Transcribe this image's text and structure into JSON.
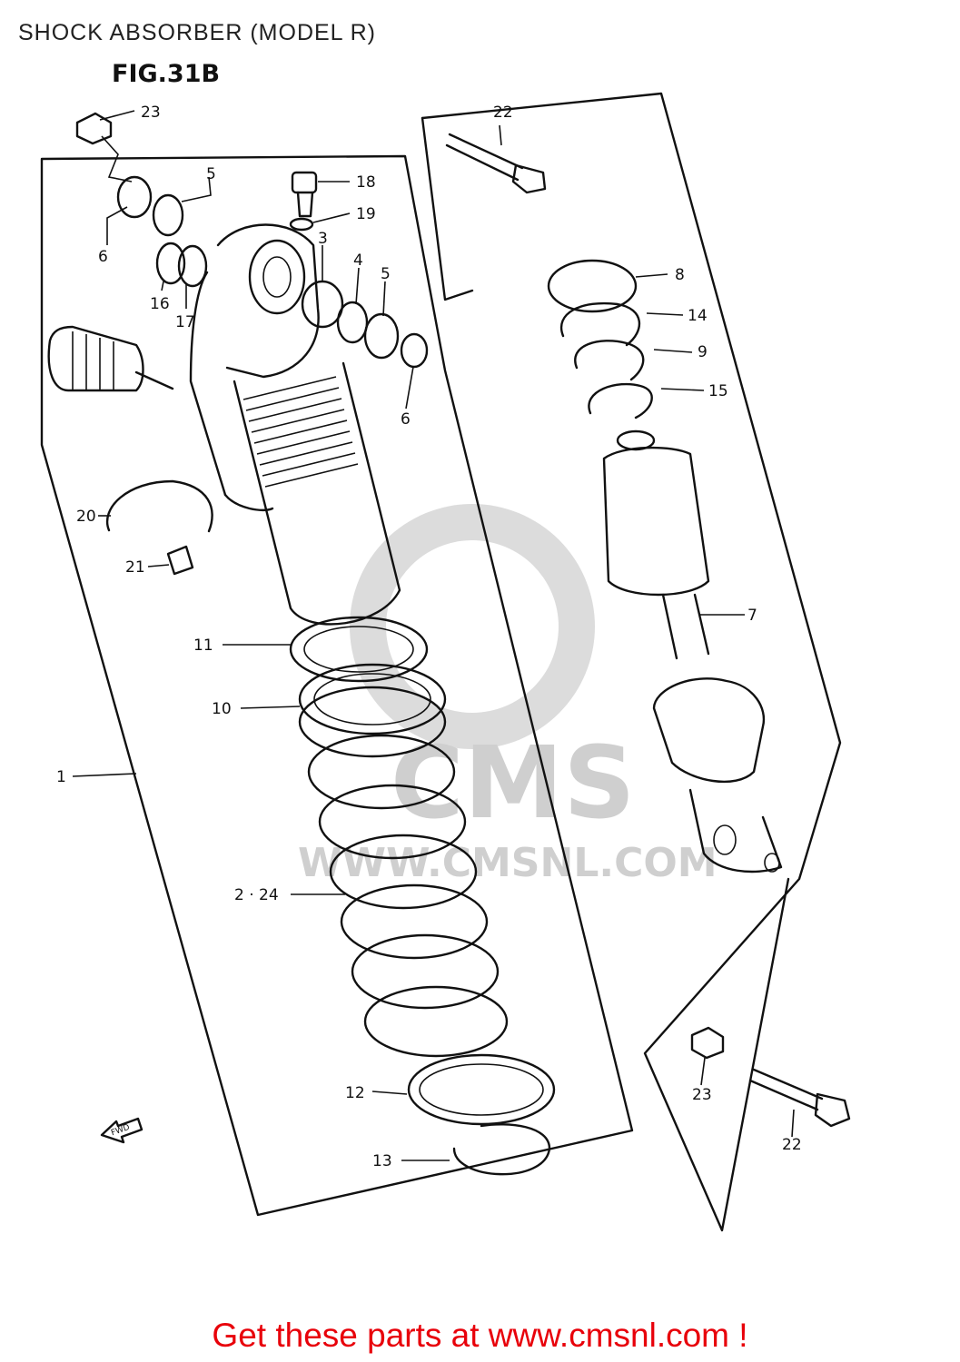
{
  "page": {
    "title": "SHOCK ABSORBER (MODEL R)",
    "figure": "FIG.31B",
    "footer": "Get these parts at www.cmsnl.com !"
  },
  "watermark": {
    "brand": "CMS",
    "url": "WWW.CMSNL.COM"
  },
  "direction_marker": "FWD",
  "callouts": [
    {
      "id": "c23a",
      "label": "23"
    },
    {
      "id": "c22a",
      "label": "22"
    },
    {
      "id": "c5a",
      "label": "5"
    },
    {
      "id": "c18",
      "label": "18"
    },
    {
      "id": "c19",
      "label": "19"
    },
    {
      "id": "c6a",
      "label": "6"
    },
    {
      "id": "c3",
      "label": "3"
    },
    {
      "id": "c4",
      "label": "4"
    },
    {
      "id": "c5b",
      "label": "5"
    },
    {
      "id": "c8",
      "label": "8"
    },
    {
      "id": "c16",
      "label": "16"
    },
    {
      "id": "c17",
      "label": "17"
    },
    {
      "id": "c14",
      "label": "14"
    },
    {
      "id": "c9",
      "label": "9"
    },
    {
      "id": "c15",
      "label": "15"
    },
    {
      "id": "c6b",
      "label": "6"
    },
    {
      "id": "c20",
      "label": "20"
    },
    {
      "id": "c21",
      "label": "21"
    },
    {
      "id": "c7",
      "label": "7"
    },
    {
      "id": "c11",
      "label": "11"
    },
    {
      "id": "c10",
      "label": "10"
    },
    {
      "id": "c1",
      "label": "1"
    },
    {
      "id": "c2",
      "label": "2 · 24"
    },
    {
      "id": "c23b",
      "label": "23"
    },
    {
      "id": "c22b",
      "label": "22"
    },
    {
      "id": "c12",
      "label": "12"
    },
    {
      "id": "c13",
      "label": "13"
    }
  ]
}
